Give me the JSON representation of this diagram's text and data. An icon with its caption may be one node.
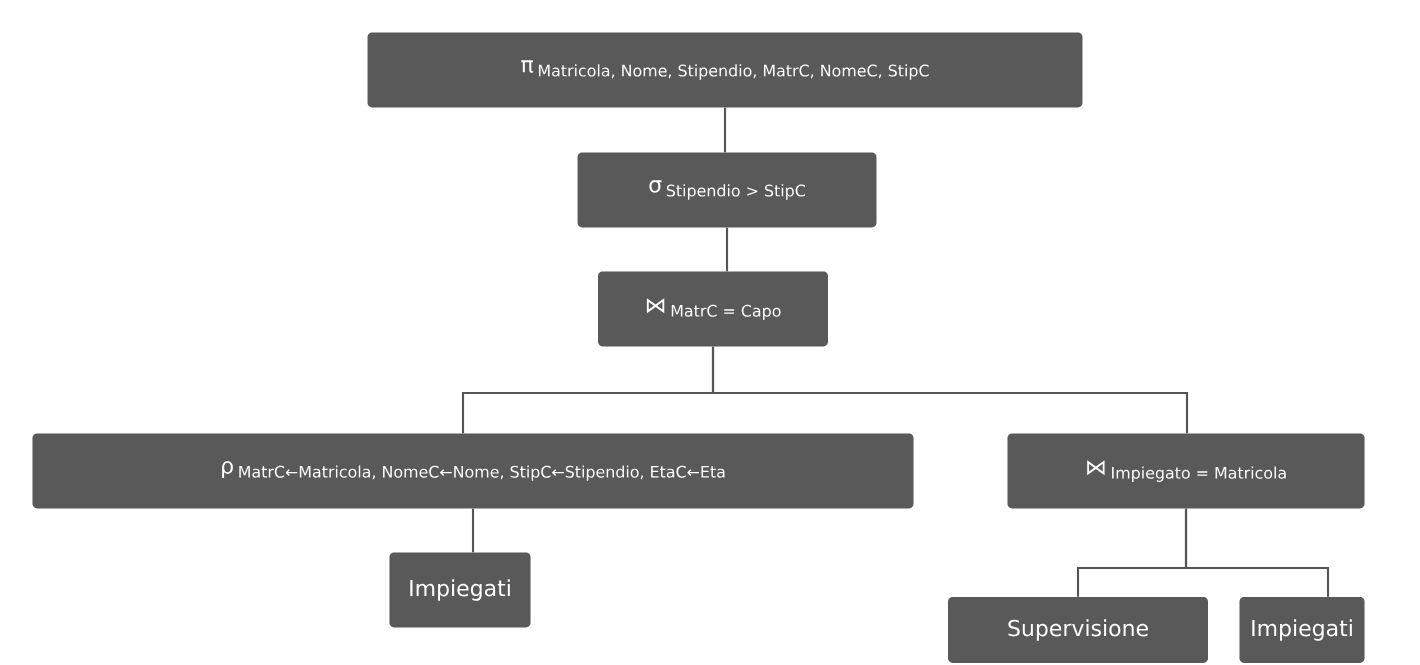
{
  "diagram": {
    "nodes": [
      {
        "text": [
          "π",
          "Matricola, Nome, Stipendio, MatrC, NomeC, StipC"
        ]
      },
      {
        "text": [
          "σ",
          "Stipendio > StipC"
        ]
      },
      {
        "text": [
          "⋈",
          "MatrC = Capo"
        ]
      },
      {
        "text": [
          "ρ",
          "MatrC←Matricola, NomeC←Nome, StipC←Stipendio, EtaC←Eta"
        ]
      },
      {
        "text": [
          "⋈",
          "Impiegato = Matricola"
        ]
      },
      {
        "text": [
          "Impiegati"
        ]
      },
      {
        "text": [
          "Supervisione"
        ]
      },
      {
        "text": [
          "Impiegati"
        ]
      }
    ],
    "edges": [
      {
        "from": 0,
        "to": 1,
        "arrow": "none"
      },
      {
        "from": 1,
        "to": 2,
        "arrow": "none"
      },
      {
        "from": 2,
        "to": 3,
        "arrow": "none"
      },
      {
        "from": 2,
        "to": 4,
        "arrow": "none"
      },
      {
        "from": 3,
        "to": 5,
        "arrow": "none"
      },
      {
        "from": 4,
        "to": 6,
        "arrow": "none"
      },
      {
        "from": 4,
        "to": 7,
        "arrow": "none"
      }
    ]
  }
}
